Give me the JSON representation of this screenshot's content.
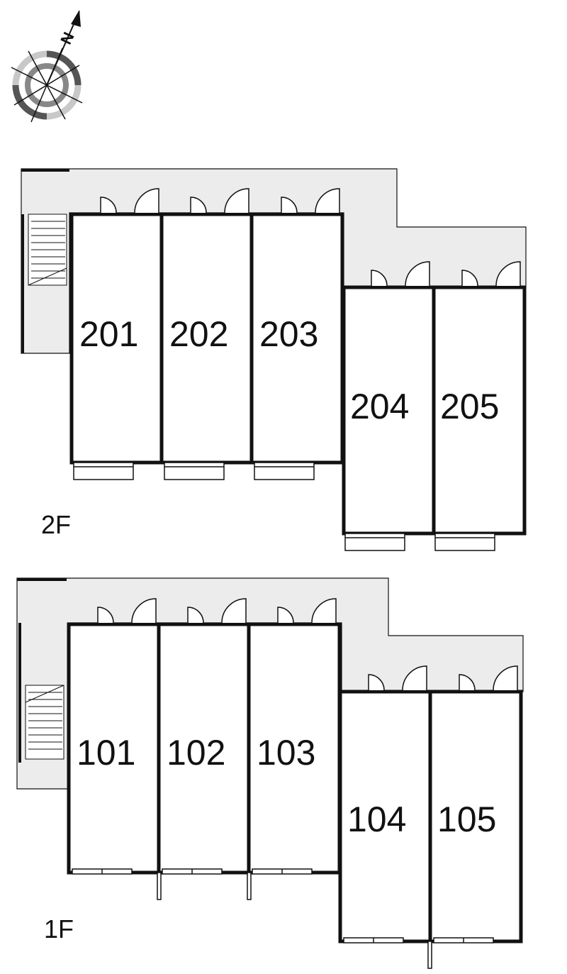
{
  "compass": {
    "label": "N",
    "icon": "compass-icon"
  },
  "colors": {
    "corridor": "#ececec",
    "wall": "#111111",
    "window": "#ffffff"
  },
  "floors": [
    {
      "id": "2F",
      "label": "2F",
      "rooms": [
        "201",
        "202",
        "203",
        "204",
        "205"
      ]
    },
    {
      "id": "1F",
      "label": "1F",
      "rooms": [
        "101",
        "102",
        "103",
        "104",
        "105"
      ]
    }
  ]
}
